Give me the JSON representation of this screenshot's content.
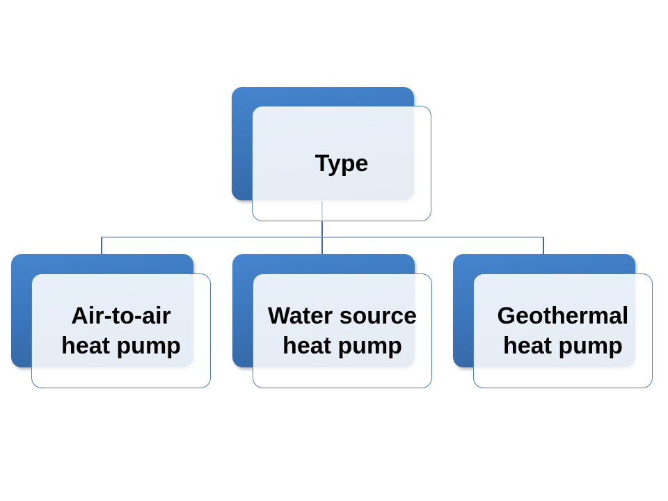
{
  "diagram": {
    "kind": "hierarchy",
    "root": {
      "label": "Type"
    },
    "children": [
      {
        "label": "Air-to-air\nheat pump"
      },
      {
        "label": "Water source\nheat pump"
      },
      {
        "label": "Geothermal\nheat pump"
      }
    ],
    "colors": {
      "shape_back_top": "#4685ce",
      "shape_back_mid": "#3a74b8",
      "shape_back_bottom": "#33649f",
      "front_border": "#4e7fb8",
      "connector_vertical": "#41689f",
      "connector_horizontal": "#a8b8ce",
      "text": "#000000",
      "canvas_bg": "#ffffff"
    }
  }
}
